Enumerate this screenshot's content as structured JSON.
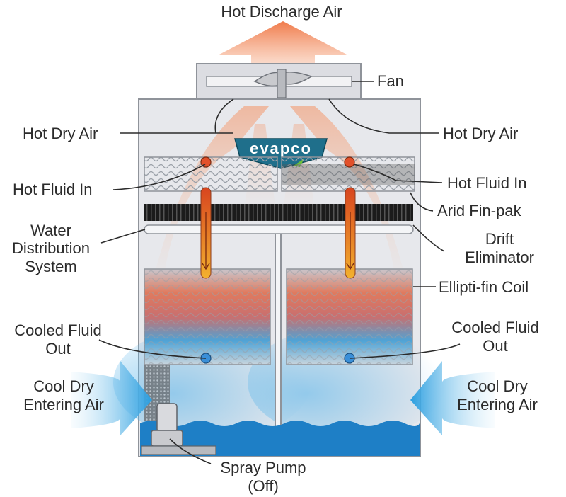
{
  "labels": {
    "hot_discharge_air": "Hot Discharge Air",
    "fan": "Fan",
    "hot_dry_air_left": "Hot Dry Air",
    "hot_dry_air_right": "Hot Dry Air",
    "hot_fluid_in_left": "Hot Fluid In",
    "hot_fluid_in_right": "Hot Fluid In",
    "arid_fin_pak": "Arid Fin-pak",
    "water_distribution": [
      "Water",
      "Distribution",
      "System"
    ],
    "drift_eliminator": [
      "Drift",
      "Eliminator"
    ],
    "ellipti_fin_coil": "Ellipti-fin Coil",
    "cooled_fluid_out_left": [
      "Cooled Fluid",
      "Out"
    ],
    "cooled_fluid_out_right": [
      "Cooled Fluid",
      "Out"
    ],
    "cool_dry_air_left": [
      "Cool Dry",
      "Entering Air"
    ],
    "cool_dry_air_right": [
      "Cool Dry",
      "Entering Air"
    ],
    "spray_pump": [
      "Spray Pump",
      "(Off)"
    ]
  },
  "logo": "evapco",
  "colors": {
    "hot_air": "#f08a5d",
    "cool_air": "#3fa9e0",
    "water": "#1e7fc6",
    "casing": "#e7e8ec",
    "logo_bg": "#1f6f8b",
    "hot_fluid": "#e2502a",
    "cold_fluid": "#3a8fd8"
  },
  "icons": [
    "fan-icon",
    "spray-pump-icon",
    "hot-fluid-inlet-icon",
    "cooled-fluid-outlet-icon"
  ]
}
